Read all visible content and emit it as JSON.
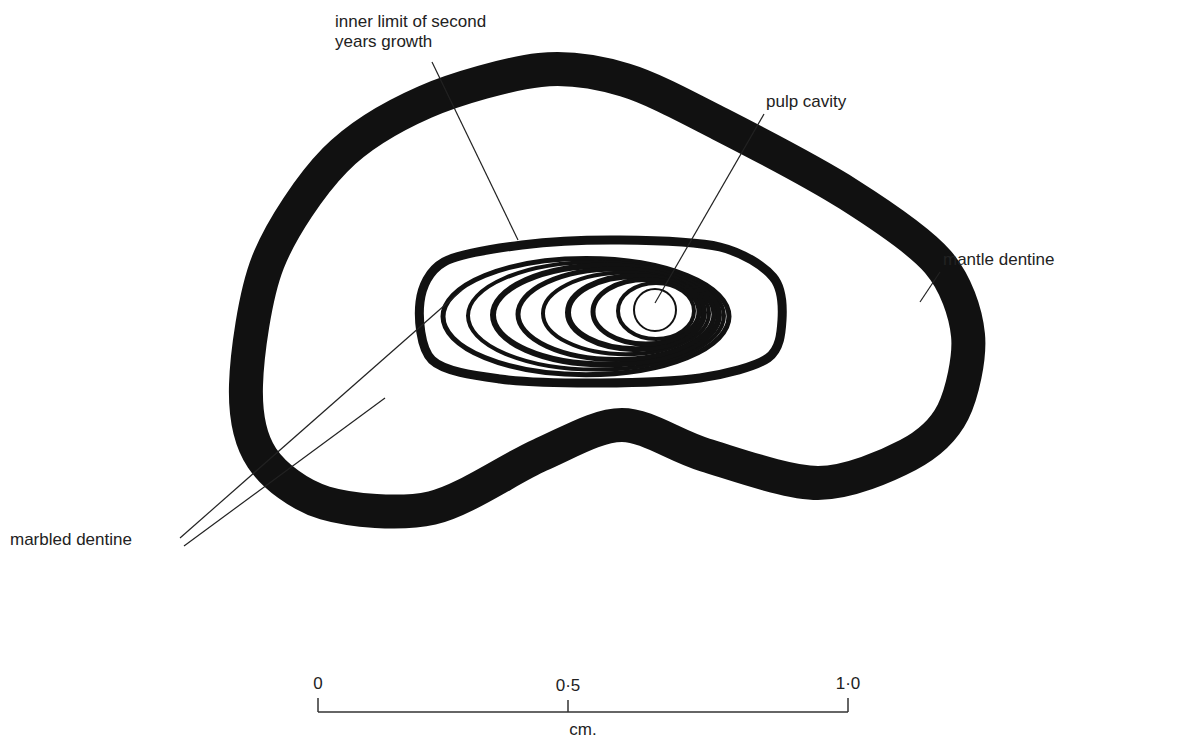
{
  "diagram": {
    "labels": [
      "inner limit of second years growth",
      "pulp cavity",
      "mantle dentine",
      "marbled dentine",
      "0",
      "0·5",
      "1·0",
      "cm."
    ]
  }
}
